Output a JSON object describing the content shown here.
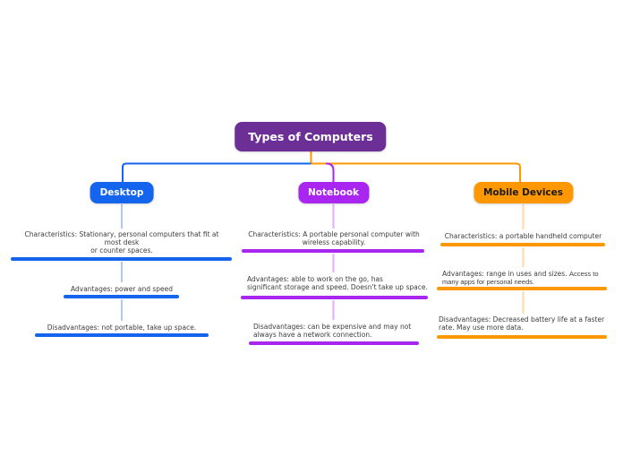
{
  "root": {
    "label": "Types of Computers",
    "color": "#6B2F96",
    "text_color": "#ffffff"
  },
  "branches": [
    {
      "label": "Desktop",
      "color": "#1564ED",
      "light_color": "#AFC8F8",
      "text_color": "#ffffff",
      "items": [
        {
          "text": "Characteristics: Stationary, personal computers that fit at\nmost desk\nor counter spaces."
        },
        {
          "text": "Advantages: power and speed"
        },
        {
          "text": "Disadvantages: not portable, take up space."
        }
      ]
    },
    {
      "label": "Notebook",
      "color": "#A826F0",
      "light_color": "#DFAFF9",
      "text_color": "#ffffff",
      "items": [
        {
          "text": "Characteristics: A portable personal computer with\nwireless capability."
        },
        {
          "text": "Advantages: able to work on the go, has\nsignificant storage and speed. Doesn't take up space."
        },
        {
          "text": "Disadvantages: can be expensive and may not\nalways have a network connection."
        }
      ]
    },
    {
      "label": "Mobile Devices",
      "color": "#FF9800",
      "light_color": "#FFD9A1",
      "text_color": "#1A1A1A",
      "items": [
        {
          "text": "Characteristics: a portable handheld computer"
        },
        {
          "text": "Advantages: range in uses and sizes. ",
          "text2": "Access to\nmany apps for personal needs."
        },
        {
          "text": "Disadvantages: Decreased battery life at a faster\nrate. May use more data."
        }
      ]
    }
  ]
}
